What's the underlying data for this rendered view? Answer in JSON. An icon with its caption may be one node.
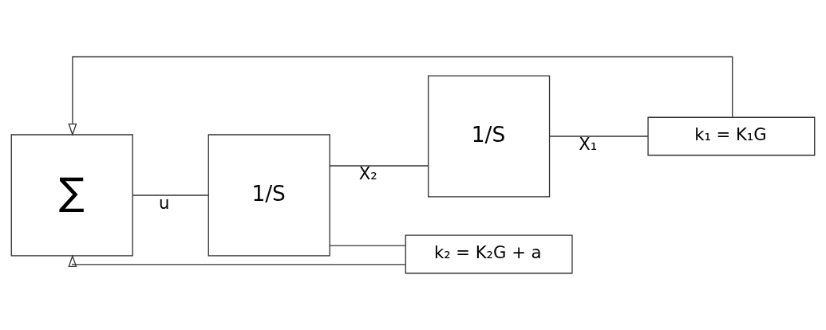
{
  "diagram": {
    "nodes": [
      {
        "text": [
          "∑"
        ]
      },
      {
        "text": [
          "1/S"
        ]
      },
      {
        "text": [
          "1/S"
        ]
      },
      {
        "text": [
          "k₂ = K₂G + a"
        ]
      },
      {
        "text": [
          "k₁ = K₁G"
        ]
      }
    ],
    "edges": [
      {
        "from": 0,
        "to": 1,
        "arrow": "none",
        "label": "u"
      },
      {
        "from": 1,
        "to": 2,
        "arrow": "none",
        "label": "X₂"
      },
      {
        "from": 1,
        "to": 3,
        "arrow": "none"
      },
      {
        "from": 2,
        "to": 4,
        "arrow": "none",
        "label": "X₁"
      },
      {
        "from": 3,
        "to": 0,
        "arrow": "to"
      },
      {
        "from": 4,
        "to": 0,
        "arrow": "to"
      }
    ]
  }
}
